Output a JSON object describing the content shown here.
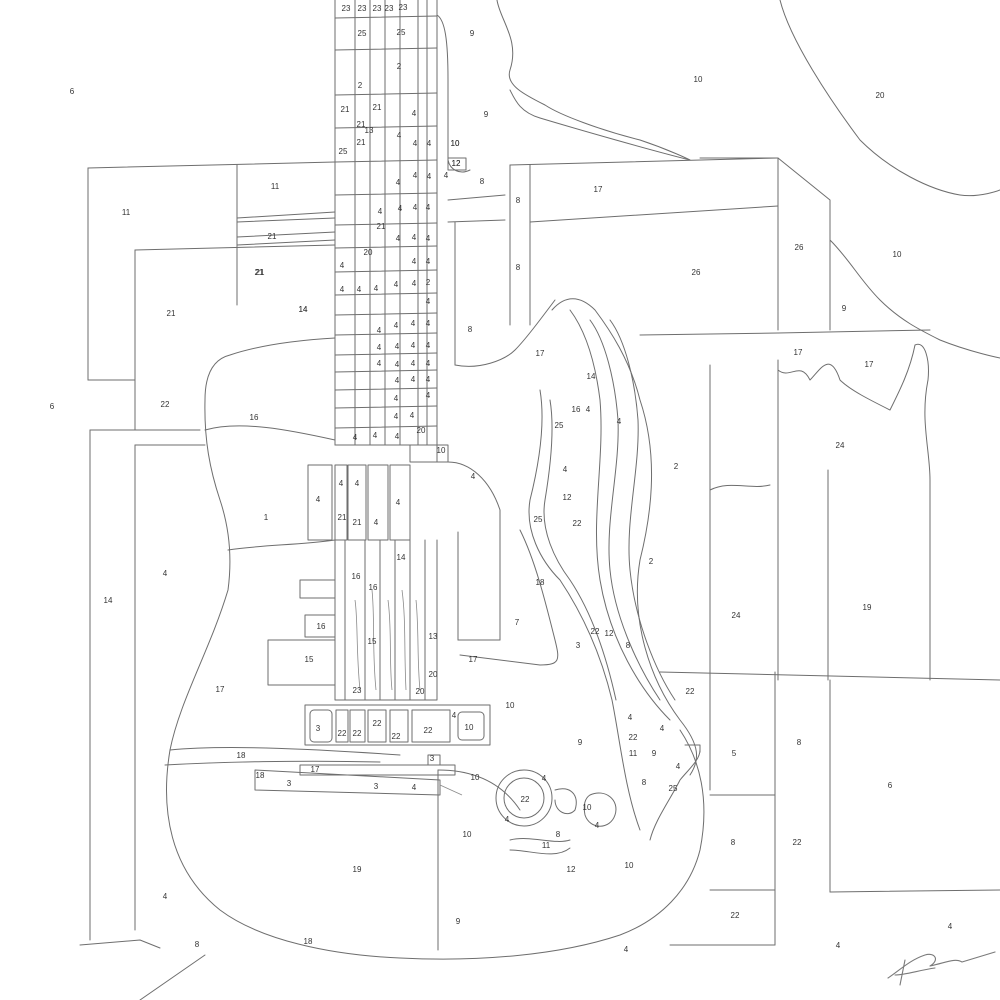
{
  "line_color": "#6e6e6e",
  "background_color": "#ffffff",
  "label_color": "#333333",
  "regions": [
    {
      "id": "r-bg-left-top",
      "label": "6"
    },
    {
      "id": "r-bg-left-mid",
      "label": "6"
    },
    {
      "id": "r-bg-right-bottom",
      "label": "6"
    },
    {
      "id": "r-water-9a",
      "label": "9"
    },
    {
      "id": "r-water-9b",
      "label": "9"
    },
    {
      "id": "r-water-10",
      "label": "10"
    },
    {
      "id": "r-sky-20",
      "label": "20"
    },
    {
      "id": "r-water-10-right",
      "label": "10"
    },
    {
      "id": "r-panel-11a",
      "label": "11"
    },
    {
      "id": "r-panel-11b",
      "label": "11"
    },
    {
      "id": "r-panel-21a",
      "label": "21"
    },
    {
      "id": "r-panel-21b",
      "label": "21"
    },
    {
      "id": "r-panel-21c",
      "label": "21"
    },
    {
      "id": "r-panel-22",
      "label": "22"
    },
    {
      "id": "r-panel-14-left",
      "label": "14"
    },
    {
      "id": "r-panel-17-top",
      "label": "17"
    },
    {
      "id": "r-panel-26a",
      "label": "26"
    },
    {
      "id": "r-panel-26b",
      "label": "26"
    },
    {
      "id": "r-panel-9-right",
      "label": "9"
    },
    {
      "id": "r-panel-17-right",
      "label": "17"
    },
    {
      "id": "r-panel-17-right2",
      "label": "17"
    },
    {
      "id": "r-panel-24-top",
      "label": "24"
    },
    {
      "id": "r-panel-19-right",
      "label": "19"
    },
    {
      "id": "r-panel-24-mid",
      "label": "24"
    },
    {
      "id": "r-panel-8-right",
      "label": "8"
    },
    {
      "id": "r-panel-5",
      "label": "5"
    },
    {
      "id": "r-panel-8-bottom",
      "label": "8"
    },
    {
      "id": "r-panel-22-bottom",
      "label": "22"
    },
    {
      "id": "r-panel-22-bottom2",
      "label": "22"
    },
    {
      "id": "r-panel-22-mid",
      "label": "22"
    },
    {
      "id": "r-floor-4a",
      "label": "4"
    },
    {
      "id": "r-floor-4b",
      "label": "4"
    },
    {
      "id": "r-floor-4c",
      "label": "4"
    },
    {
      "id": "r-floor-8",
      "label": "8"
    },
    {
      "id": "r-strip-8a",
      "label": "8"
    },
    {
      "id": "r-strip-8b",
      "label": "8"
    },
    {
      "id": "r-strip-8c",
      "label": "8"
    },
    {
      "id": "r-strip-8d",
      "label": "8"
    },
    {
      "id": "r-strip-12",
      "label": "12"
    },
    {
      "id": "r-strip-10",
      "label": "10"
    },
    {
      "id": "r-body-14",
      "label": "14"
    },
    {
      "id": "r-body-16",
      "label": "16"
    },
    {
      "id": "r-body-1",
      "label": "1"
    },
    {
      "id": "r-body-4-left",
      "label": "4"
    },
    {
      "id": "r-body-14-side",
      "label": "14"
    },
    {
      "id": "r-body-17-lower",
      "label": "17"
    },
    {
      "id": "r-body-18",
      "label": "18"
    },
    {
      "id": "r-body-19",
      "label": "19"
    },
    {
      "id": "r-body-4-bottom",
      "label": "4"
    },
    {
      "id": "r-body-4-center",
      "label": "4"
    },
    {
      "id": "r-body-7",
      "label": "7"
    },
    {
      "id": "r-body-17-small",
      "label": "17"
    },
    {
      "id": "r-body-3",
      "label": "3"
    },
    {
      "id": "r-body-10a",
      "label": "10"
    },
    {
      "id": "r-body-10b",
      "label": "10"
    },
    {
      "id": "r-body-10c",
      "label": "10"
    },
    {
      "id": "r-body-9",
      "label": "9"
    },
    {
      "id": "r-body-9b",
      "label": "9"
    },
    {
      "id": "r-body-12",
      "label": "12"
    },
    {
      "id": "r-body-17-mid",
      "label": "17"
    },
    {
      "id": "r-edge-2a",
      "label": "2"
    },
    {
      "id": "r-edge-2b",
      "label": "2"
    },
    {
      "id": "r-edge-25a",
      "label": "25"
    },
    {
      "id": "r-edge-25b",
      "label": "25"
    },
    {
      "id": "r-edge-14",
      "label": "14"
    },
    {
      "id": "r-edge-16",
      "label": "16"
    },
    {
      "id": "r-edge-4a",
      "label": "4"
    },
    {
      "id": "r-edge-4b",
      "label": "4"
    },
    {
      "id": "r-edge-4c",
      "label": "4"
    },
    {
      "id": "r-edge-12",
      "label": "12"
    },
    {
      "id": "r-edge-18",
      "label": "18"
    },
    {
      "id": "r-edge-22",
      "label": "22"
    },
    {
      "id": "r-edge-12b",
      "label": "12"
    },
    {
      "id": "r-edge-8",
      "label": "8"
    },
    {
      "id": "r-edge-4d",
      "label": "4"
    },
    {
      "id": "r-edge-22b",
      "label": "22"
    },
    {
      "id": "r-edge-11",
      "label": "11"
    },
    {
      "id": "r-edge-9",
      "label": "9"
    },
    {
      "id": "r-edge-4e",
      "label": "4"
    },
    {
      "id": "r-edge-8b",
      "label": "8"
    },
    {
      "id": "r-edge-25c",
      "label": "25"
    },
    {
      "id": "r-edge-4f",
      "label": "4"
    },
    {
      "id": "r-edge-10",
      "label": "10"
    },
    {
      "id": "r-edge-22c",
      "label": "22"
    },
    {
      "id": "r-knob-22",
      "label": "22"
    },
    {
      "id": "r-knob-4a",
      "label": "4"
    },
    {
      "id": "r-knob-4b",
      "label": "4"
    },
    {
      "id": "r-knob-10",
      "label": "10"
    },
    {
      "id": "r-knob-11",
      "label": "11"
    },
    {
      "id": "r-knob-8",
      "label": "8"
    },
    {
      "id": "r-knob-4c",
      "label": "4"
    },
    {
      "id": "r-pickup-4a",
      "label": "4"
    },
    {
      "id": "r-pickup-4b",
      "label": "4"
    },
    {
      "id": "r-pickup-4c",
      "label": "4"
    },
    {
      "id": "r-pickup-21",
      "label": "21"
    },
    {
      "id": "r-pickup-4d",
      "label": "4"
    },
    {
      "id": "r-pickup-21b",
      "label": "21"
    },
    {
      "id": "r-pickup-4e",
      "label": "4"
    },
    {
      "id": "r-pickup-16",
      "label": "16"
    },
    {
      "id": "r-pickup-16b",
      "label": "16"
    },
    {
      "id": "r-pickup-14",
      "label": "14"
    },
    {
      "id": "r-pickup-16c",
      "label": "16"
    },
    {
      "id": "r-pickup-15",
      "label": "15"
    },
    {
      "id": "r-pickup-15b",
      "label": "15"
    },
    {
      "id": "r-pickup-13",
      "label": "13"
    },
    {
      "id": "r-pickup-20",
      "label": "20"
    },
    {
      "id": "r-pickup-23",
      "label": "23"
    },
    {
      "id": "r-pickup-20b",
      "label": "20"
    },
    {
      "id": "r-bridge-3",
      "label": "3"
    },
    {
      "id": "r-bridge-22a",
      "label": "22"
    },
    {
      "id": "r-bridge-22b",
      "label": "22"
    },
    {
      "id": "r-bridge-22c",
      "label": "22"
    },
    {
      "id": "r-bridge-22d",
      "label": "22"
    },
    {
      "id": "r-bridge-22e",
      "label": "22"
    },
    {
      "id": "r-bridge-10",
      "label": "10"
    },
    {
      "id": "r-bridge-4",
      "label": "4"
    },
    {
      "id": "r-tail-17",
      "label": "17"
    },
    {
      "id": "r-tail-18",
      "label": "18"
    },
    {
      "id": "r-tail-3a",
      "label": "3"
    },
    {
      "id": "r-tail-3b",
      "label": "3"
    },
    {
      "id": "r-tail-4",
      "label": "4"
    },
    {
      "id": "r-tail-3c",
      "label": "3"
    },
    {
      "id": "r-tail-18b",
      "label": "18"
    },
    {
      "id": "r-neck-23a",
      "label": "23"
    },
    {
      "id": "r-neck-23b",
      "label": "23"
    },
    {
      "id": "r-neck-23c",
      "label": "23"
    },
    {
      "id": "r-neck-23d",
      "label": "23"
    },
    {
      "id": "r-neck-23e",
      "label": "23"
    },
    {
      "id": "r-neck-25a",
      "label": "25"
    },
    {
      "id": "r-neck-25b",
      "label": "25"
    },
    {
      "id": "r-neck-25c",
      "label": "25"
    },
    {
      "id": "r-neck-2a",
      "label": "2"
    },
    {
      "id": "r-neck-2b",
      "label": "2"
    },
    {
      "id": "r-neck-21a",
      "label": "21"
    },
    {
      "id": "r-neck-21b",
      "label": "21"
    },
    {
      "id": "r-neck-21c",
      "label": "21"
    },
    {
      "id": "r-neck-21d",
      "label": "21"
    },
    {
      "id": "r-neck-21e",
      "label": "21"
    },
    {
      "id": "r-neck-21f",
      "label": "21"
    },
    {
      "id": "r-neck-13",
      "label": "13"
    },
    {
      "id": "r-neck-20",
      "label": "20"
    },
    {
      "id": "r-neck-20b",
      "label": "20"
    },
    {
      "id": "r-neck-10",
      "label": "10"
    },
    {
      "id": "r-neck-12",
      "label": "12"
    },
    {
      "id": "r-neck-10b",
      "label": "10"
    },
    {
      "id": "r-neck-4-01",
      "label": "4"
    },
    {
      "id": "r-neck-4-02",
      "label": "4"
    },
    {
      "id": "r-neck-4-03",
      "label": "4"
    },
    {
      "id": "r-neck-4-04",
      "label": "4"
    },
    {
      "id": "r-neck-4-05",
      "label": "4"
    },
    {
      "id": "r-neck-4-06",
      "label": "4"
    },
    {
      "id": "r-neck-4-07",
      "label": "4"
    },
    {
      "id": "r-neck-4-08",
      "label": "4"
    },
    {
      "id": "r-neck-4-09",
      "label": "4"
    },
    {
      "id": "r-neck-4-10",
      "label": "4"
    },
    {
      "id": "r-neck-4-11",
      "label": "4"
    },
    {
      "id": "r-neck-4-12",
      "label": "4"
    },
    {
      "id": "r-neck-4-13",
      "label": "4"
    },
    {
      "id": "r-neck-4-14",
      "label": "4"
    },
    {
      "id": "r-neck-4-15",
      "label": "4"
    },
    {
      "id": "r-neck-4-16",
      "label": "4"
    },
    {
      "id": "r-neck-4-17",
      "label": "4"
    },
    {
      "id": "r-neck-4-18",
      "label": "4"
    },
    {
      "id": "r-neck-4-19",
      "label": "4"
    },
    {
      "id": "r-neck-4-20",
      "label": "4"
    },
    {
      "id": "r-neck-4-21",
      "label": "4"
    },
    {
      "id": "r-neck-4-22",
      "label": "4"
    },
    {
      "id": "r-neck-4-23",
      "label": "4"
    },
    {
      "id": "r-neck-4-24",
      "label": "4"
    },
    {
      "id": "r-neck-4-25",
      "label": "4"
    },
    {
      "id": "r-neck-4-26",
      "label": "4"
    },
    {
      "id": "r-neck-4-27",
      "label": "4"
    },
    {
      "id": "r-neck-4-28",
      "label": "4"
    },
    {
      "id": "r-neck-4-29",
      "label": "4"
    },
    {
      "id": "r-neck-4-30",
      "label": "4"
    },
    {
      "id": "r-neck-4-31",
      "label": "4"
    },
    {
      "id": "r-neck-4-32",
      "label": "4"
    },
    {
      "id": "r-neck-4-33",
      "label": "4"
    },
    {
      "id": "r-neck-4-34",
      "label": "4"
    },
    {
      "id": "r-neck-4-35",
      "label": "4"
    },
    {
      "id": "r-neck-4-36",
      "label": "4"
    },
    {
      "id": "r-neck-4-37",
      "label": "4"
    },
    {
      "id": "r-neck-4-38",
      "label": "4"
    },
    {
      "id": "r-neck-4-39",
      "label": "4"
    },
    {
      "id": "r-neck-4-40",
      "label": "4"
    },
    {
      "id": "r-neck-4-41",
      "label": "4"
    },
    {
      "id": "r-neck-4-42",
      "label": "4"
    },
    {
      "id": "r-neck-4-43",
      "label": "4"
    },
    {
      "id": "r-neck-4-44",
      "label": "4"
    },
    {
      "id": "r-neck-4-45",
      "label": "4"
    },
    {
      "id": "r-neck-4-46",
      "label": "4"
    },
    {
      "id": "r-neck-2c",
      "label": "2"
    }
  ]
}
